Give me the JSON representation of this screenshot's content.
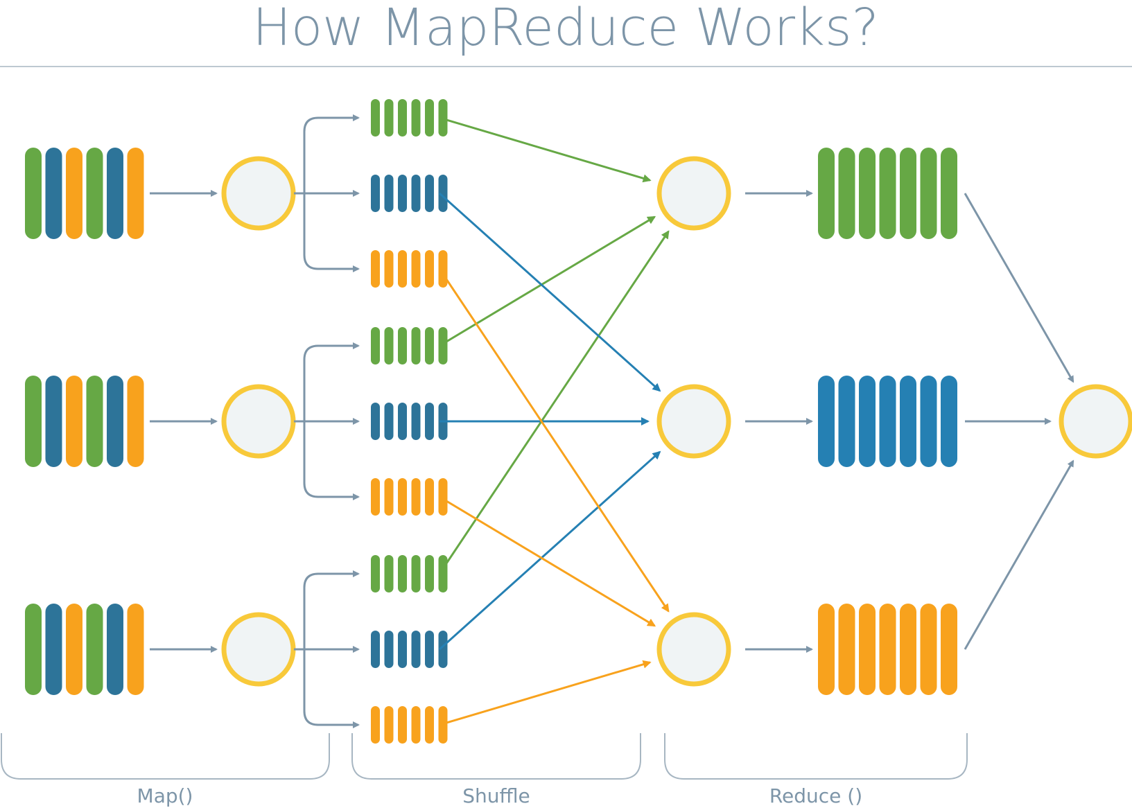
{
  "title": "How MapReduce Works?",
  "phases": {
    "map": "Map()",
    "shuffle": "Shuffle",
    "reduce": "Reduce ()"
  },
  "colors": {
    "green": "#66a845",
    "dark_blue": "#2d7499",
    "blue": "#2580b3",
    "orange": "#f8a21d",
    "node_ring": "#f8c93a",
    "node_fill": "#f0f4f5",
    "arrow_gray": "#7d95a8",
    "title_text": "#7d95a8",
    "label_text": "#7d95a8",
    "bracket": "#a7b6c2"
  },
  "diagram": {
    "input_splits": [
      {
        "bars": [
          "green",
          "dark_blue",
          "orange",
          "green",
          "dark_blue",
          "orange"
        ]
      },
      {
        "bars": [
          "green",
          "dark_blue",
          "orange",
          "green",
          "dark_blue",
          "orange"
        ]
      },
      {
        "bars": [
          "green",
          "dark_blue",
          "orange",
          "green",
          "dark_blue",
          "orange"
        ]
      }
    ],
    "mappers": 3,
    "partitions_per_mapper": [
      "green",
      "dark_blue",
      "orange"
    ],
    "reducers": [
      {
        "color": "green"
      },
      {
        "color": "blue"
      },
      {
        "color": "orange"
      }
    ],
    "output_node": 1
  }
}
